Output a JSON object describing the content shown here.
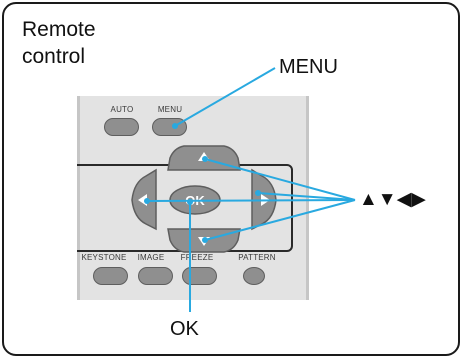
{
  "title": {
    "line1": "Remote",
    "line2": "control"
  },
  "callouts": {
    "menu": "MENU",
    "arrows": "▲▼◀▶",
    "ok": "OK"
  },
  "remote": {
    "buttons": {
      "auto": "AUTO",
      "menu": "MENU",
      "ok": "OK",
      "keystone": "KEYSTONE",
      "image": "IMAGE",
      "freeze": "FREEZE",
      "pattern": "PATTERN"
    }
  },
  "colors": {
    "callout_line": "#29a9e0",
    "remote_body": "#e3e3e3",
    "button_fill": "#8f8f8f",
    "frame": "#1a1a1a"
  }
}
